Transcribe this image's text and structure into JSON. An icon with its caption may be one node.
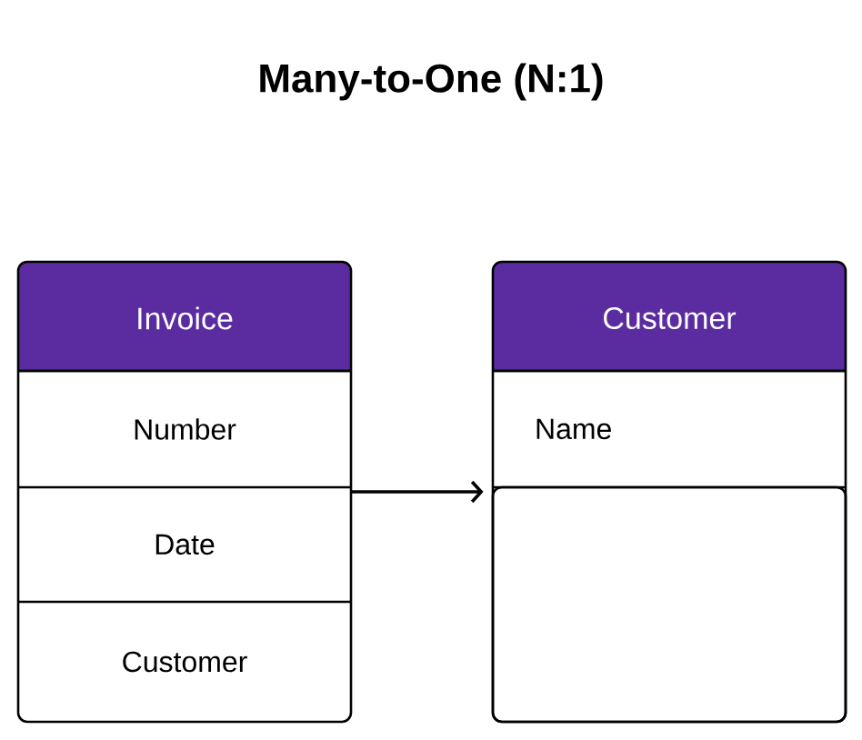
{
  "diagram": {
    "title": "Many-to-One (N:1)",
    "nodes": [
      {
        "text": [
          "Invoice"
        ]
      },
      {
        "text": [
          "Number"
        ],
        "in": 0
      },
      {
        "text": [
          "Date"
        ],
        "in": 0
      },
      {
        "text": [
          "Customer"
        ],
        "in": 0
      },
      {
        "text": [
          "Customer"
        ]
      },
      {
        "text": [
          "Name"
        ],
        "in": 4
      },
      {
        "text": [],
        "shape": "box",
        "in": 4
      }
    ],
    "edges": [
      {
        "from": 0,
        "to": 4,
        "arrow": "to"
      }
    ]
  }
}
